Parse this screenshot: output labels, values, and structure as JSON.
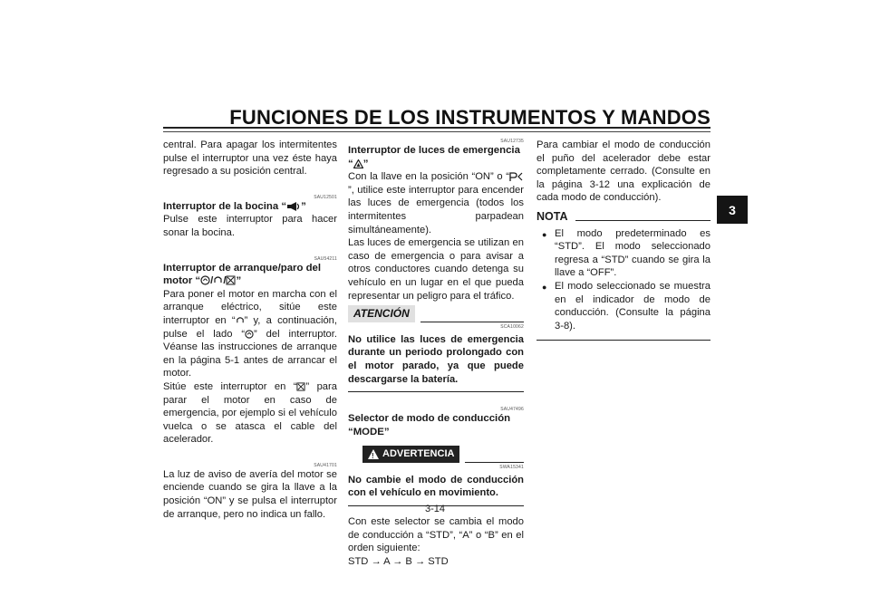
{
  "header": {
    "title": "FUNCIONES DE LOS INSTRUMENTOS Y MANDOS"
  },
  "tab": {
    "chapter": "3"
  },
  "page": {
    "number": "3-14"
  },
  "col1": {
    "intro": "central. Para apagar los intermitentes pulse el interruptor una vez éste haya regresado a su posición central.",
    "code1": "SAU12501",
    "horn_heading_pre": "Interruptor de la bocina “",
    "horn_heading_post": "”",
    "horn_text": "Pulse este interruptor para hacer sonar la bocina.",
    "code2": "SAU54211",
    "start_heading_1": "Interruptor de arranque/paro del",
    "start_heading_2_pre": "motor “",
    "start_heading_2_post": "”",
    "start_p1_a": "Para poner el motor en marcha con el arranque eléctrico, sitúe este interruptor en “",
    "start_p1_b": "” y, a continuación, pulse el lado “",
    "start_p1_c": "” del interruptor. Véanse las instrucciones de arranque en la página 5-1 antes de arrancar el motor.",
    "start_p2_a": "Sitúe este interruptor en “",
    "start_p2_b": "” para parar el motor en caso de emergencia, por ejemplo si el vehículo vuelca o se atasca el cable del acelerador.",
    "code3": "SAU41701",
    "fault_text": "La luz de aviso de avería del motor se enciende cuando se gira la llave a la posición “ON” y se pulsa el interruptor de arranque, pero no indica un fallo."
  },
  "col2": {
    "code1": "SAU12735",
    "hazard_heading_pre": "Interruptor de luces de emergencia “",
    "hazard_heading_post": "”",
    "hazard_p1_a": "Con la llave en la posición “ON” o “",
    "hazard_p1_b": "”, utilice este interruptor para encender las luces de emergencia (todos los intermitentes parpadean simultáneamente).",
    "hazard_p2": "Las luces de emergencia se utilizan en caso de emergencia o para avisar a otros conductores cuando detenga su vehículo en un lugar en el que pueda representar un peligro para el tráfico.",
    "atencion_label": "ATENCIÓN",
    "code2": "SCA10062",
    "atencion_text": "No utilice las luces de emergencia durante un periodo prolongado con el motor parado, ya que puede descargarse la batería.",
    "code3": "SAU47496",
    "mode_heading": "Selector de modo de conducción “MODE”",
    "advertencia_label": "ADVERTENCIA",
    "code4": "SWA15341",
    "advertencia_text": "No cambie el modo de conducción con el vehículo en movimiento.",
    "mode_text": "Con este selector se cambia el modo de conducción a “STD”, “A” o “B” en el orden siguiente:",
    "mode_sequence": "STD → A → B → STD"
  },
  "col3": {
    "text": "Para cambiar el modo de conducción el puño del acelerador debe estar completamente cerrado. (Consulte en la página 3-12 una explicación de cada modo de conducción).",
    "nota_label": "NOTA",
    "bullets": [
      "El modo predeterminado es “STD”. El modo seleccionado regresa a “STD” cuando se gira la llave a “OFF”.",
      "El modo seleccionado se muestra en el indicador de modo de conducción. (Consulte la página 3-8)."
    ]
  }
}
